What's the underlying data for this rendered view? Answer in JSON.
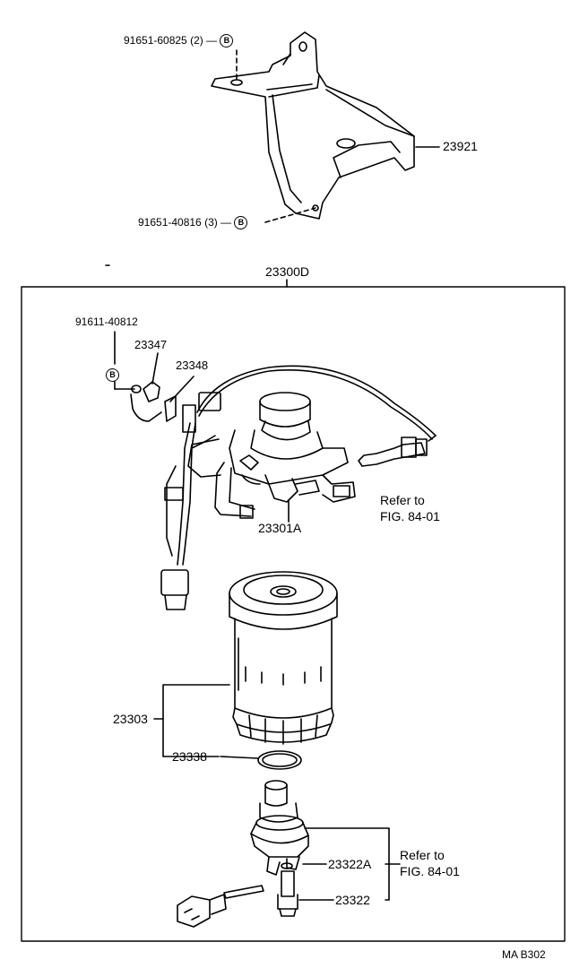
{
  "labels": {
    "bolt_top": "91651-60825 (2)",
    "bolt_bottom": "91651-40816 (3)",
    "bracket": "23921",
    "assembly": "23300D",
    "bolt_inner": "91611-40812",
    "clamp": "23347",
    "clip": "23348",
    "filter_body": "23301A",
    "refer_top_1": "Refer to",
    "refer_top_2": "FIG. 84-01",
    "element": "23303",
    "oring": "23338",
    "sensor_sub": "23322A",
    "sensor": "23322",
    "refer_bot_1": "Refer to",
    "refer_bot_2": "FIG. 84-01",
    "code": "MA  B302"
  },
  "markers": {
    "torque_symbol": "B"
  }
}
